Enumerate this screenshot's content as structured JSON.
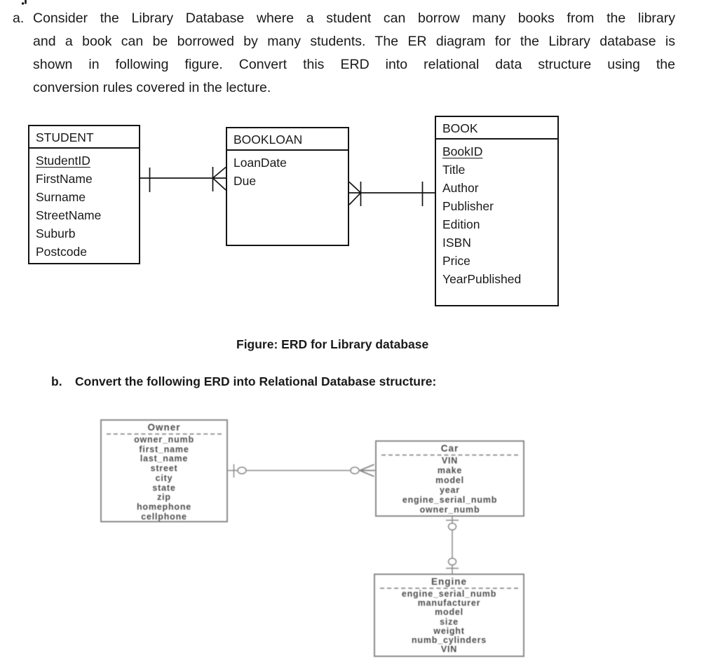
{
  "question_a": {
    "label": "a.",
    "lines": [
      "Consider the Library Database where a student can borrow many books from the library",
      "and a book can be borrowed by many students. The ER diagram for the Library database is",
      "shown in following figure. Convert this ERD into relational data structure using the",
      "conversion rules covered in the lecture."
    ]
  },
  "figure_caption": "Figure: ERD for Library database",
  "question_b": {
    "label": "b.",
    "text": "Convert the following ERD into Relational Database structure:"
  },
  "library_erd": {
    "student": {
      "name": "STUDENT",
      "attributes": [
        {
          "text": "StudentID",
          "underline": true
        },
        "FirstName",
        "Surname",
        "StreetName",
        "Suburb",
        "Postcode"
      ]
    },
    "bookloan": {
      "name": "BOOKLOAN",
      "attributes": [
        "LoanDate",
        "Due"
      ]
    },
    "book": {
      "name": "BOOK",
      "attributes": [
        {
          "text": "BookID",
          "underline": true
        },
        "Title",
        "Author",
        "Publisher",
        "Edition",
        "ISBN",
        "Price",
        "YearPublished"
      ]
    },
    "relationships": [
      {
        "from": "STUDENT",
        "to": "BOOKLOAN",
        "notation": "one to one-or-many (crow's foot)"
      },
      {
        "from": "BOOK",
        "to": "BOOKLOAN",
        "notation": "one to one-or-many (crow's foot)"
      }
    ]
  },
  "car_erd": {
    "owner": {
      "name": "Owner",
      "attributes": [
        "owner_numb",
        "first_name",
        "last_name",
        "street",
        "city",
        "state",
        "zip",
        "homephone",
        "cellphone"
      ]
    },
    "car": {
      "name": "Car",
      "attributes": [
        "VIN",
        "make",
        "model",
        "year",
        "engine_serial_numb",
        "owner_numb"
      ]
    },
    "engine": {
      "name": "Engine",
      "attributes": [
        "engine_serial_numb",
        "manufacturer",
        "model",
        "size",
        "weight",
        "numb_cylinders",
        "VIN"
      ]
    },
    "relationships": [
      {
        "from": "Owner",
        "to": "Car",
        "notation": "one to zero-or-many"
      },
      {
        "from": "Car",
        "to": "Engine",
        "notation": "zero-or-one to zero-or-one"
      }
    ]
  },
  "colors": {
    "ink": "#141414",
    "scan_border": "#8a8a8a",
    "scan_text": "#4d4d4d",
    "background": "#ffffff"
  }
}
